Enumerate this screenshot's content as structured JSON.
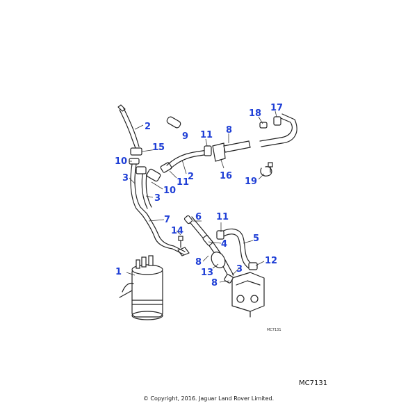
{
  "diagram": {
    "callouts": [
      "1",
      "2",
      "2",
      "3",
      "3",
      "3",
      "4",
      "5",
      "6",
      "7",
      "8",
      "8",
      "8",
      "9",
      "10",
      "10",
      "11",
      "11",
      "11",
      "12",
      "13",
      "14",
      "15",
      "16",
      "17",
      "18",
      "19"
    ],
    "small_reference": "MC7131",
    "code": "MC7131",
    "copyright": "© Copyright, 2016. Jaguar Land Rover Limited."
  }
}
